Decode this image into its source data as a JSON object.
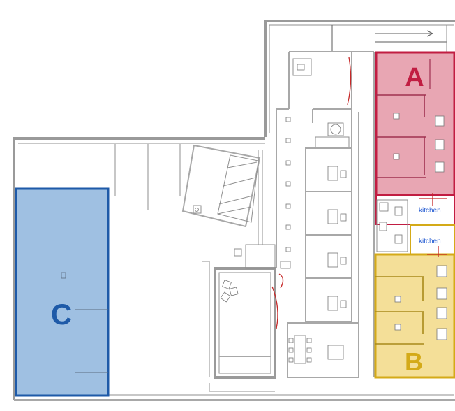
{
  "zones": {
    "a": {
      "label": "A",
      "fill": "#e8a6b3",
      "stroke": "#c11d42",
      "text_color": "#c11d42"
    },
    "b": {
      "label": "B",
      "fill": "#f4df98",
      "stroke": "#d4aa18",
      "text_color": "#d4aa18"
    },
    "c": {
      "label": "C",
      "fill": "#9fc0e2",
      "stroke": "#1e5aa8",
      "text_color": "#1e5aa8"
    }
  },
  "rooms": {
    "kitchen_upper": "kitchen",
    "kitchen_lower": "kitchen"
  },
  "icons": {
    "accessible_parking": "wheelchair-icon"
  }
}
